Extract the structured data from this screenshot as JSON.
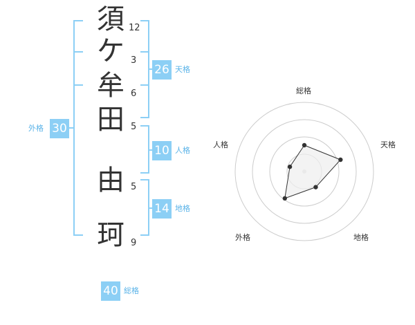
{
  "name": {
    "surname": [
      {
        "char": "須",
        "strokes": "12"
      },
      {
        "char": "ケ",
        "strokes": "3"
      },
      {
        "char": "牟",
        "strokes": "6"
      },
      {
        "char": "田",
        "strokes": "5"
      }
    ],
    "given": [
      {
        "char": "由",
        "strokes": "5"
      },
      {
        "char": "珂",
        "strokes": "9"
      }
    ]
  },
  "scores": {
    "tenkaku": {
      "value": "26",
      "label": "天格"
    },
    "jinkaku": {
      "value": "10",
      "label": "人格"
    },
    "chikaku": {
      "value": "14",
      "label": "地格"
    },
    "gaikaku": {
      "value": "30",
      "label": "外格"
    },
    "soukaku": {
      "value": "40",
      "label": "総格"
    }
  },
  "radar": {
    "axes": [
      "総格",
      "天格",
      "地格",
      "外格",
      "人格"
    ],
    "levels": 4,
    "values": [
      0.38,
      0.55,
      0.28,
      0.48,
      0.22
    ],
    "line_color": "#333333",
    "fill_color": "#eeeeee",
    "ring_color": "#cccccc",
    "center_color": "#dddddd"
  },
  "colors": {
    "bracket": "#8ccff5",
    "badge": "#8ccff5",
    "label": "#5ab3e8"
  }
}
